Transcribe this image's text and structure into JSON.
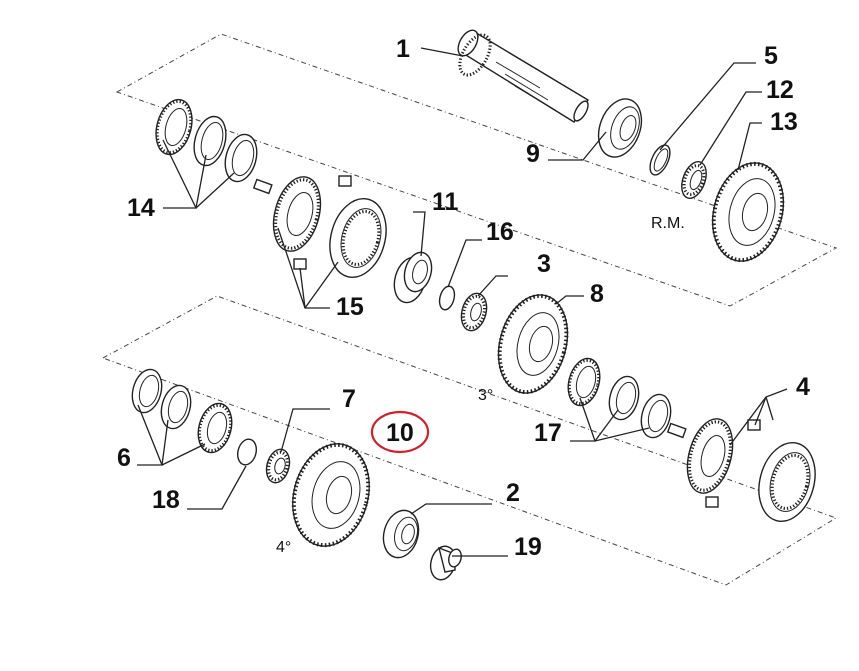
{
  "callouts": {
    "c1": "1",
    "c2": "2",
    "c3": "3",
    "c4": "4",
    "c5": "5",
    "c6": "6",
    "c7": "7",
    "c8": "8",
    "c9": "9",
    "c10": "10",
    "c11": "11",
    "c12": "12",
    "c13": "13",
    "c14": "14",
    "c15": "15",
    "c16": "16",
    "c17": "17",
    "c18": "18",
    "c19": "19"
  },
  "gear_labels": {
    "reverse": "R.M.",
    "third": "3°",
    "fourth": "4°"
  },
  "highlight": {
    "part": "10",
    "color": "#d0202a"
  }
}
